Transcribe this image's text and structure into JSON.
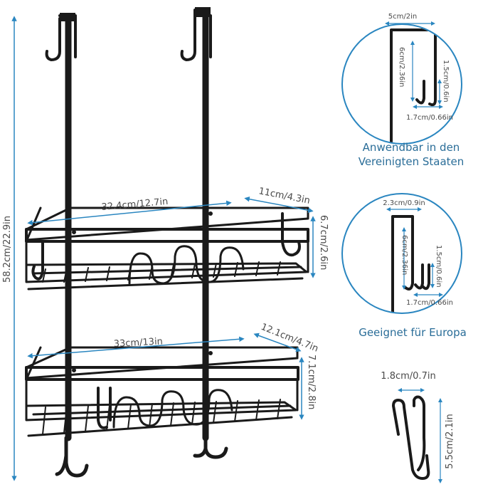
{
  "product": {
    "total_height": "58.2cm/22.9in",
    "upper_basket": {
      "width": "32.4cm/12.7in",
      "depth": "11cm/4.3in",
      "height": "6.7cm/2.6in"
    },
    "lower_basket": {
      "width": "33cm/13in",
      "depth": "12.1cm/4.7in",
      "height": "7.1cm/2.8in"
    }
  },
  "hook_us": {
    "width": "5cm/2in",
    "drop": "6cm/2.36in",
    "hook_height": "1.5cm/0.6in",
    "hook_gap": "1.7cm/0.66in",
    "caption_line1": "Anwendbar in den",
    "caption_line2": "Vereinigten Staaten"
  },
  "hook_eu": {
    "width": "2.3cm/0.9in",
    "drop": "6cm/2.36in",
    "hook_height": "1.5cm/0.6in",
    "hook_gap": "1.7cm/0.66in",
    "caption": "Geeignet für Europa"
  },
  "s_hook": {
    "width": "1.8cm/0.7in",
    "height": "5.5cm/2.1in"
  },
  "colors": {
    "accent": "#2a86c0",
    "frame": "#1a1a1a",
    "text": "#4a4a4a",
    "caption": "#2a6d98"
  }
}
